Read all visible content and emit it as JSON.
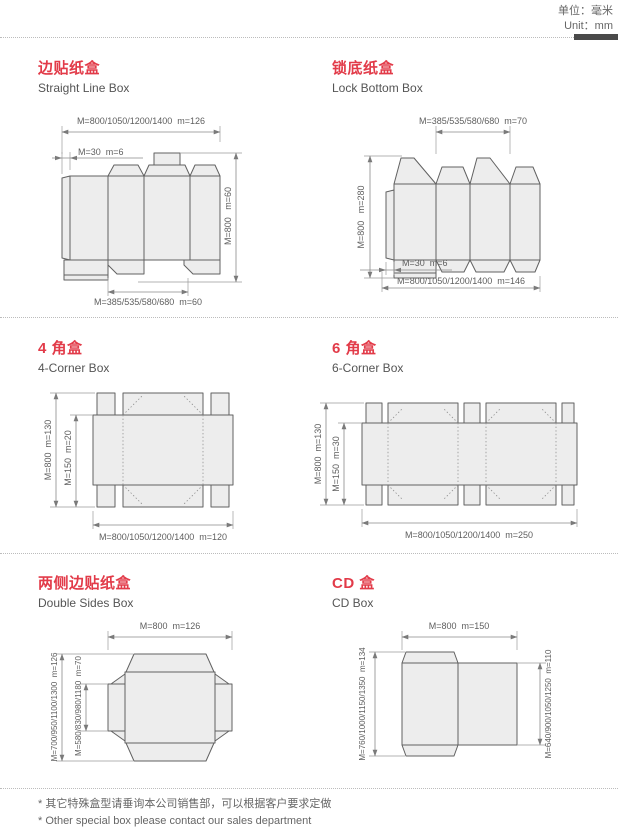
{
  "unit": {
    "cn": "单位：毫米",
    "en": "Unit：mm"
  },
  "sections": {
    "straight_line": {
      "title_cn": "边贴纸盒",
      "title_en": "Straight Line Box",
      "dim_top": "M=800/1050/1200/1400  m=126",
      "dim_glue": "M=30  m=6",
      "dim_right": "M=800   m=60",
      "dim_bottom": "M=385/535/580/680  m=60"
    },
    "lock_bottom": {
      "title_cn": "锁底纸盒",
      "title_en": "Lock Bottom Box",
      "dim_top": "M=385/535/580/680  m=70",
      "dim_left": "M=800   m=280",
      "dim_glue": "M=30  m=6",
      "dim_bottom": "M=800/1050/1200/1400  m=146"
    },
    "four_corner": {
      "title_cn": "4 角盒",
      "title_en": "4-Corner Box",
      "dim_left_outer": "M=800  m=130",
      "dim_left_inner": "M=150  m=20",
      "dim_bottom": "M=800/1050/1200/1400  m=120"
    },
    "six_corner": {
      "title_cn": "6 角盒",
      "title_en": "6-Corner Box",
      "dim_left_outer": "M=800  m=130",
      "dim_left_inner": "M=150  m=30",
      "dim_bottom": "M=800/1050/1200/1400  m=250"
    },
    "double_sides": {
      "title_cn": "两侧边贴纸盒",
      "title_en": "Double Sides Box",
      "dim_top": "M=800  m=126",
      "dim_left_outer": "M=700/950/1100/1300  m=126",
      "dim_left_inner": "M=580/830/980/1180  m=70"
    },
    "cd_box": {
      "title_cn": "CD 盒",
      "title_en": "CD Box",
      "dim_top": "M=800  m=150",
      "dim_left": "M=760/1000/1150/1350  m=134",
      "dim_right": "M=640/900/1050/1250  m=110"
    }
  },
  "footnotes": {
    "cn": "* 其它特殊盒型请垂询本公司销售部，可以根据客户要求定做",
    "en": "* Other special box please contact our sales department"
  },
  "colors": {
    "accent_red": "#e23b49",
    "divider_bar": "#4a4a4a",
    "diagram_line": "#616161",
    "diagram_fill": "#ededed",
    "text_grey": "#555555"
  }
}
